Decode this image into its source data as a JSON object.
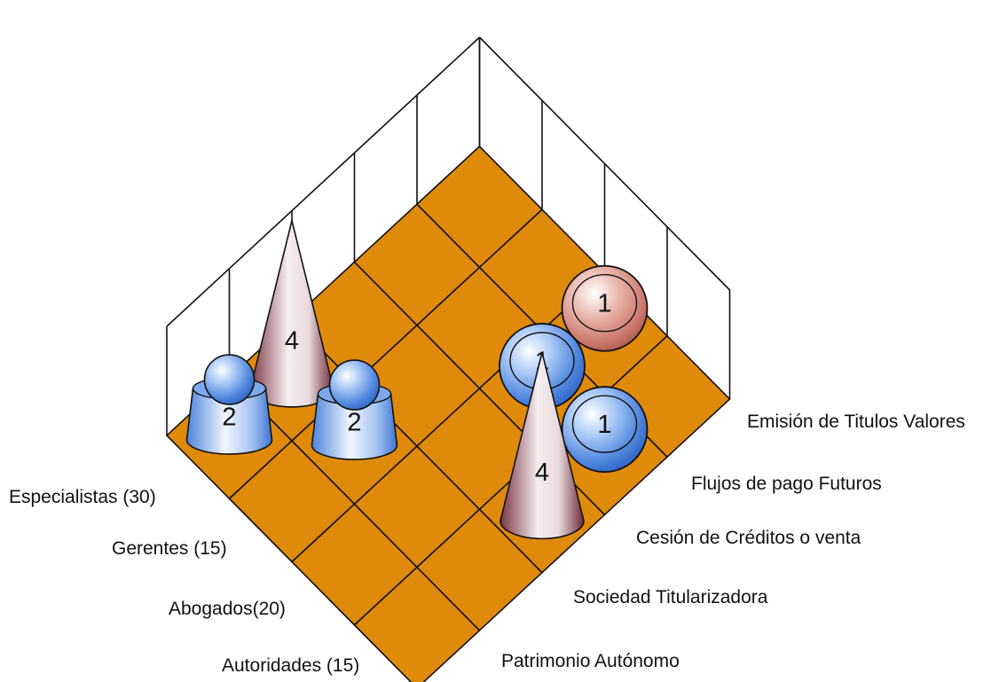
{
  "chart_data": {
    "type": "3d-bar",
    "x_categories": [
      "Especialistas (30)",
      "Gerentes (15)",
      "Abogados(20)",
      "Autoridades (15)"
    ],
    "y_categories": [
      "Emisión de Titulos Valores",
      "Flujos de pago Futuros",
      "Cesión de Créditos o venta",
      "Sociedad Titularizadora",
      "Patrimonio  Autónomo"
    ],
    "points": [
      {
        "x": "Especialistas (30)",
        "y": "Sociedad Titularizadora",
        "value": 4,
        "shape": "cone",
        "color": "#8c4a55"
      },
      {
        "x": "Especialistas (30)",
        "y": "Patrimonio  Autónomo",
        "value": 2,
        "shape": "bell",
        "color": "#4f86dd"
      },
      {
        "x": "Gerentes (15)",
        "y": "Sociedad Titularizadora",
        "value": 2,
        "shape": "bell",
        "color": "#4f86dd"
      },
      {
        "x": "Abogados(20)",
        "y": "Emisión de Titulos Valores",
        "value": 1,
        "shape": "sphere",
        "color": "#c9756a"
      },
      {
        "x": "Abogados(20)",
        "y": "Flujos de pago Futuros",
        "value": 1,
        "shape": "sphere",
        "color": "#4f86dd"
      },
      {
        "x": "Autoridades (15)",
        "y": "Flujos de pago Futuros",
        "value": 1,
        "shape": "sphere",
        "color": "#4f86dd"
      },
      {
        "x": "Autoridades (15)",
        "y": "Cesión de Créditos o venta",
        "value": 4,
        "shape": "cone",
        "color": "#8c4a55"
      }
    ],
    "grid": true,
    "floor_color": "#e08a0c"
  }
}
